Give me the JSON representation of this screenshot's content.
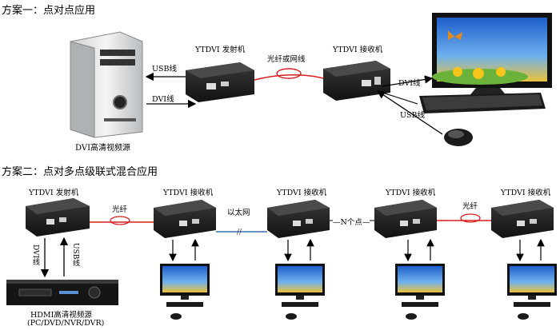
{
  "scheme1": {
    "title": "方案一：点对点应用",
    "tx_label": "YTDVI 发射机",
    "rx_label": "YTDVI 接收机",
    "link_label": "光纤或网线",
    "usb_label": "USB线",
    "dvi_label": "DVI线",
    "rx_dvi_label": "DVI线",
    "rx_usb_label": "USB线",
    "source_caption": "DVI高清视频源"
  },
  "scheme2": {
    "title": "方案二：点对多点级联式混合应用",
    "tx_label": "YTDVI 发射机",
    "rx_labels": [
      "YTDVI 接收机",
      "YTDVI 接收机",
      "YTDVI 接收机",
      "YTDVI 接收机"
    ],
    "fiber_label_1": "光纤",
    "ethernet_label": "以太网",
    "n_points_label": "—N个点—",
    "fiber_label_2": "光纤",
    "dvi_label": "DVI线",
    "usb_label": "USB线",
    "source_caption": "HDMI高清视频源",
    "source_sub": "(PC/DVD/NVR/DVR)"
  },
  "colors": {
    "fiber": "#d81e1e",
    "ethernet": "#3a6fb7",
    "device": "#2a2a2a"
  }
}
